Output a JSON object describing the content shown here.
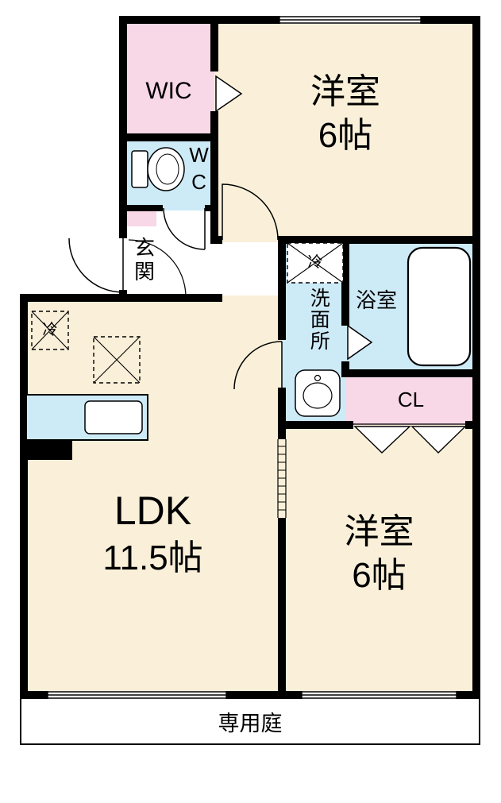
{
  "plan": {
    "rooms": {
      "wic": {
        "label": "WIC"
      },
      "bedroom_top": {
        "name": "洋室",
        "size": "6帖"
      },
      "wc": {
        "label": "WC"
      },
      "genkan": {
        "label": "玄関"
      },
      "washroom": {
        "label": "洗面所"
      },
      "bathroom": {
        "label": "浴室"
      },
      "closet": {
        "label": "CL"
      },
      "ldk": {
        "name": "LDK",
        "size": "11.5帖"
      },
      "bedroom_bottom": {
        "name": "洋室",
        "size": "6帖"
      },
      "garden": {
        "label": "専用庭"
      }
    },
    "fixtures": {
      "refrigerator_label": "冷"
    },
    "colors": {
      "room_cream": "#FAF0D9",
      "room_pink": "#F8D7E7",
      "room_blue": "#CDEAF7",
      "wall": "#000000"
    }
  }
}
